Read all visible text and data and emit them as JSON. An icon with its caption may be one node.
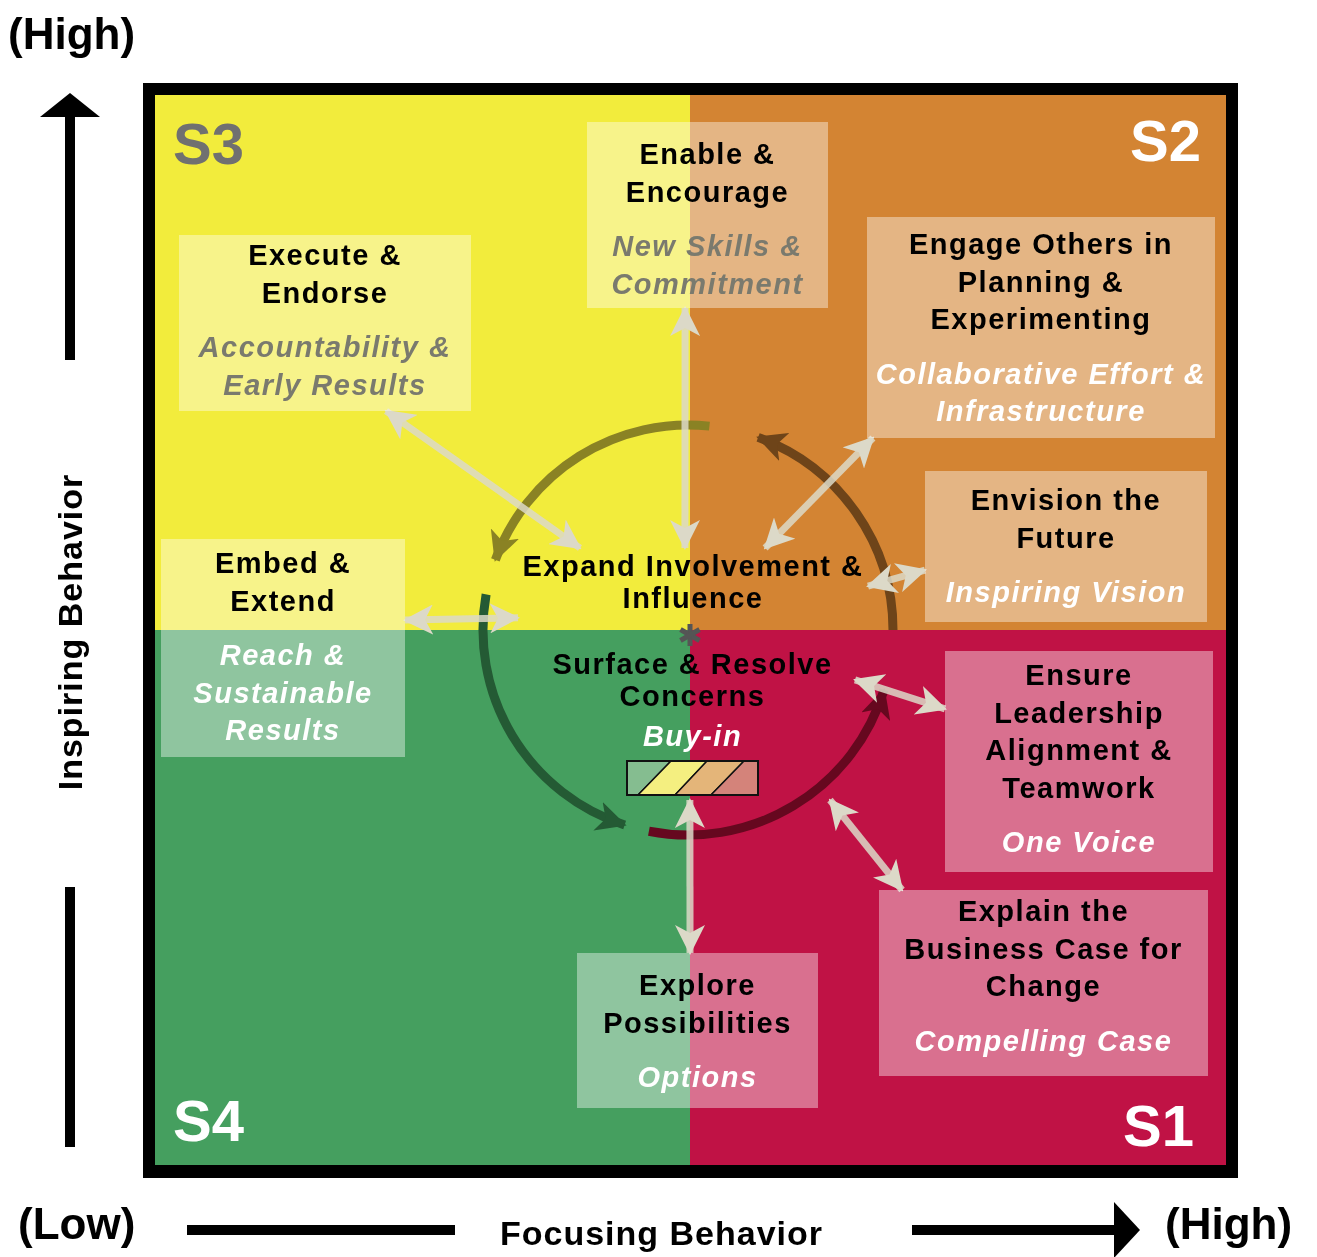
{
  "diagram": {
    "nodes": [
      {
        "text": [
          "Enable & Encourage",
          "New Skills & Commitment"
        ]
      },
      {
        "text": [
          "Execute & Endorse",
          "Accountability & Early Results"
        ]
      },
      {
        "text": [
          "Engage Others in Planning & Experimenting",
          "Collaborative Effort & Infrastructure"
        ]
      },
      {
        "text": [
          "Envision the Future",
          "Inspiring Vision"
        ]
      },
      {
        "text": [
          "Embed & Extend",
          "Reach & Sustainable Results"
        ]
      },
      {
        "text": [
          "Expand Involvement & Influence"
        ]
      },
      {
        "text": [
          "Surface & Resolve Concerns",
          "Buy-in"
        ]
      },
      {
        "text": [
          "Ensure Leadership Alignment & Teamwork",
          "One Voice"
        ]
      },
      {
        "text": [
          "Explain the Business Case for Change",
          "Compelling Case"
        ]
      },
      {
        "text": [
          "Explore Possibilities",
          "Options"
        ]
      }
    ],
    "edges": [
      {
        "from": 0,
        "to": 5,
        "arrow": "both"
      },
      {
        "from": 1,
        "to": 5,
        "arrow": "both"
      },
      {
        "from": 2,
        "to": 5,
        "arrow": "both"
      },
      {
        "from": 3,
        "to": 5,
        "arrow": "both"
      },
      {
        "from": 4,
        "to": 5,
        "arrow": "both"
      },
      {
        "from": 7,
        "to": 6,
        "arrow": "both"
      },
      {
        "from": 8,
        "to": 6,
        "arrow": "both"
      },
      {
        "from": 9,
        "to": 6,
        "arrow": "both"
      }
    ],
    "labels": [
      "(High)",
      "S3",
      "S2",
      "Inspiring Behavior",
      "S4",
      "S1",
      "(Low)",
      "Focusing Behavior",
      "(High)"
    ]
  }
}
